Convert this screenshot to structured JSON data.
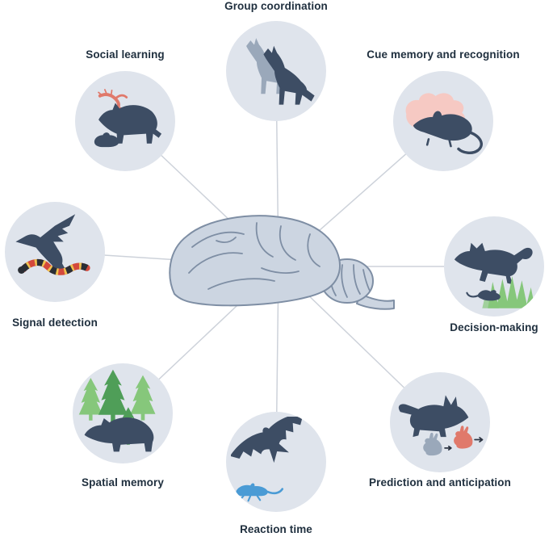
{
  "figure": {
    "type": "radial-concept-diagram",
    "center_icon": "brain-icon"
  },
  "colors": {
    "circle_fill": "#dfe4ec",
    "connector": "#cdd2da",
    "label": "#20303f",
    "silhouette_dark": "#3d4d64",
    "silhouette_gray": "#9aa8ba",
    "accent_red": "#e0796b",
    "accent_pink": "#f6c9c3",
    "accent_green": "#86c77b",
    "accent_green_dark": "#4f9e58",
    "accent_blue": "#4a9bd5",
    "snake_yellow": "#eec14f",
    "snake_red": "#d4493c",
    "brain_fill": "#ccd5e1",
    "brain_stroke": "#7e8ea4"
  },
  "nodes": [
    {
      "label": "Group coordination",
      "icon": "howling-wolves-icon"
    },
    {
      "label": "Social learning",
      "icon": "tasmanian-devils-prey-icon"
    },
    {
      "label": "Cue memory and recognition",
      "icon": "rat-odor-cue-icon"
    },
    {
      "label": "Signal detection",
      "icon": "raven-coral-snake-icon"
    },
    {
      "label": "Decision-making",
      "icon": "cat-mouse-grass-icon"
    },
    {
      "label": "Spatial memory",
      "icon": "bear-forest-icon"
    },
    {
      "label": "Prediction and anticipation",
      "icon": "fox-rabbits-icon"
    },
    {
      "label": "Reaction time",
      "icon": "eagle-running-mouse-icon"
    }
  ]
}
